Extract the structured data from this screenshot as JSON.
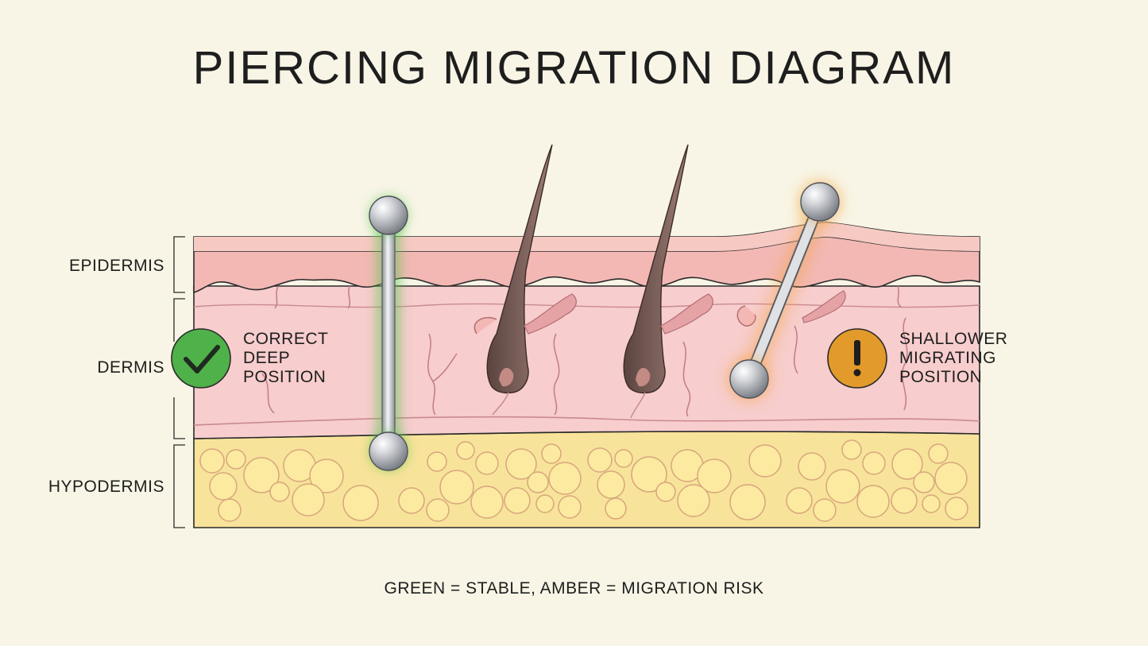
{
  "title": "PIERCING MIGRATION DIAGRAM",
  "layers": {
    "epidermis": "EPIDERMIS",
    "dermis": "DERMIS",
    "hypodermis": "HYPODERMIS"
  },
  "positions": {
    "correct": {
      "lines": [
        "CORRECT",
        "DEEP",
        "POSITION"
      ],
      "status": "stable",
      "status_color": "#4fb14a",
      "icon": "checkmark-icon"
    },
    "shallow": {
      "lines": [
        "SHALLOWER",
        "MIGRATING",
        "POSITION"
      ],
      "status": "migration risk",
      "status_color": "#e29a2a",
      "icon": "exclamation-icon"
    }
  },
  "legend": "GREEN = STABLE, AMBER = MIGRATION RISK",
  "colors": {
    "background": "#f8f5e6",
    "epidermis": "#f3b8b4",
    "dermis": "#f7cdcd",
    "hypodermis": "#f8e39a",
    "stable_glow": "#58c44f",
    "risk_glow": "#f2a23a"
  }
}
